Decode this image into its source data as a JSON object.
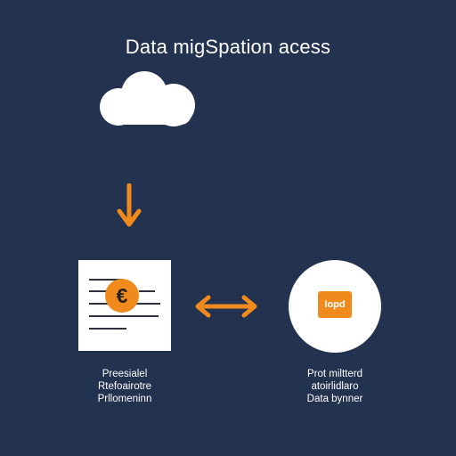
{
  "title": "Data migSpation acess",
  "colors": {
    "background": "#22324f",
    "white": "#ffffff",
    "accent": "#f08a1d",
    "ink": "#2e3140"
  },
  "icons": {
    "cloud": "cloud-icon",
    "down_arrow": "arrow-down-icon",
    "document": "document-icon",
    "coin": "euro-coin-icon",
    "double_arrow": "double-arrow-icon",
    "service": "service-circle-icon"
  },
  "coin_symbol": "€",
  "badge_text": "Iopd",
  "left_label": {
    "line1": "Preesialel",
    "line2": "Rtefoairotre",
    "line3": "Prllomeninn"
  },
  "right_label": {
    "line1": "Prot miltterd",
    "line2": "atoirlidlaro",
    "line3": "Data bynner"
  }
}
